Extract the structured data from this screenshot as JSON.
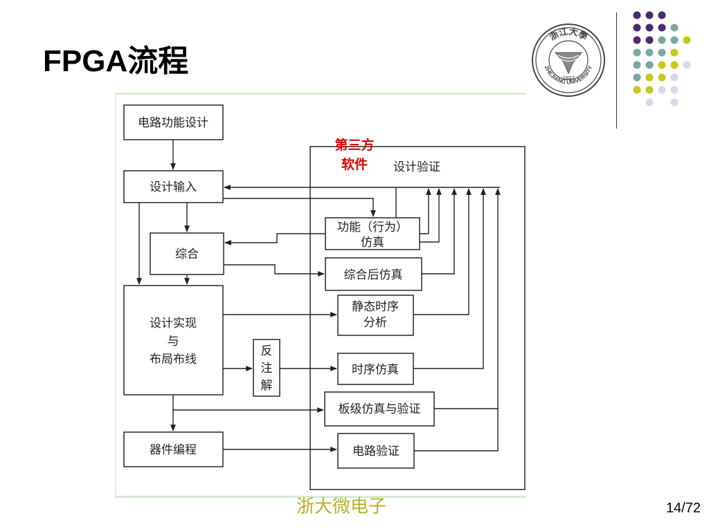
{
  "slide": {
    "title": "FPGA流程",
    "footer": "浙大微电子",
    "page": "14/72"
  },
  "logo": {
    "year": "1897",
    "text": "ZHEJIANG UNIVERSITY",
    "calligraphy": "浙江大學"
  },
  "diagram": {
    "nodes": {
      "circuit_function_design": "电路功能设计",
      "design_input": "设计输入",
      "synthesis": "综合",
      "implementation_line1": "设计实现",
      "implementation_line2": "与",
      "implementation_line3": "布局布线",
      "back_annotation": [
        "反",
        "注",
        "解"
      ],
      "device_programming": "器件编程",
      "func_sim_line1": "功能（行为）",
      "func_sim_line2": "仿真",
      "post_synth_sim": "综合后仿真",
      "sta_line1": "静态时序",
      "sta_line2": "分析",
      "timing_sim": "时序仿真",
      "board_sim": "板级仿真与验证",
      "circuit_verify": "电路验证"
    },
    "third_party_line1": "第三方",
    "third_party_line2": "软件",
    "verification_label": "设计验证"
  },
  "colors": {
    "footer": "#b6b02a",
    "third_party": "#e00000",
    "dot_purple": "#4b2a6e",
    "dot_teal": "#7aa6a3",
    "dot_yellow": "#c8c81a",
    "dot_lavender": "#d7d6ea"
  }
}
